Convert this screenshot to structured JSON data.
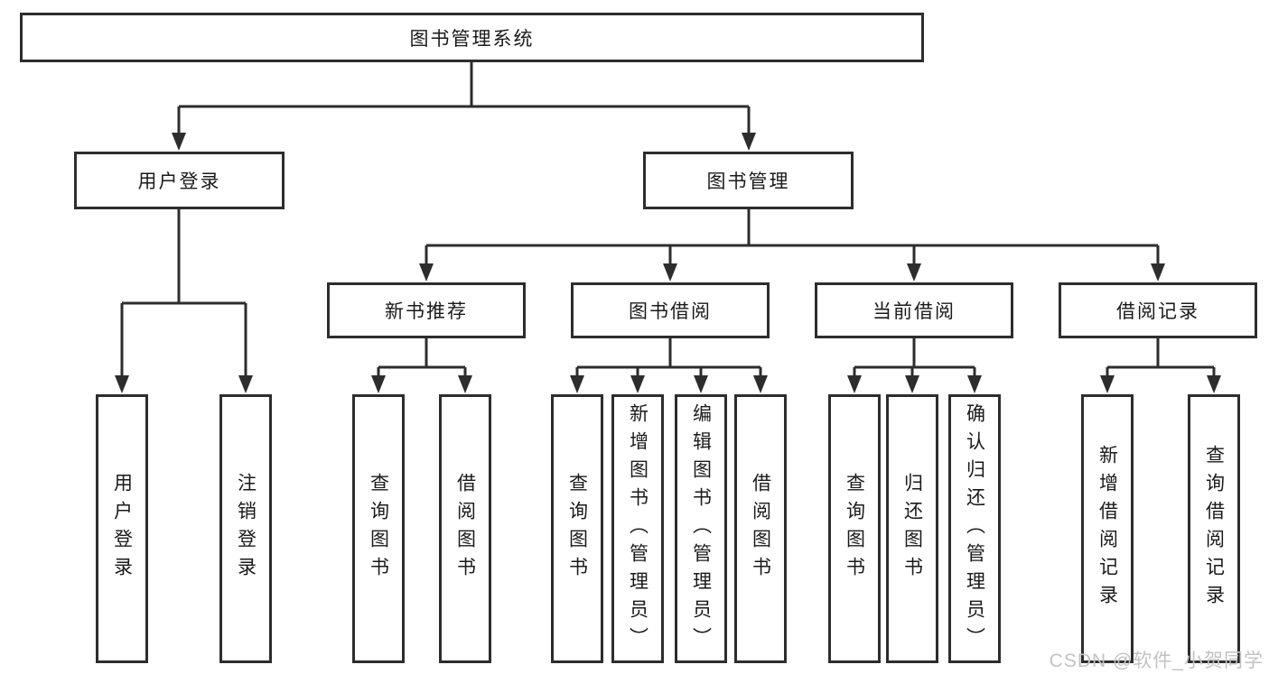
{
  "tree": {
    "root": "图书管理系统",
    "branches": [
      {
        "label": "用户登录",
        "leaves": [
          "用户登录",
          "注销登录"
        ]
      },
      {
        "label": "图书管理",
        "groups": [
          {
            "label": "新书推荐",
            "leaves": [
              "查询图书",
              "借阅图书"
            ]
          },
          {
            "label": "图书借阅",
            "leaves": [
              "查询图书",
              "新增图书（管理员）",
              "编辑图书（管理员）",
              "借阅图书"
            ]
          },
          {
            "label": "当前借阅",
            "leaves": [
              "查询图书",
              "归还图书",
              "确认归还（管理员）"
            ]
          },
          {
            "label": "借阅记录",
            "leaves": [
              "新增借阅记录",
              "查询借阅记录"
            ]
          }
        ]
      }
    ]
  },
  "watermark": {
    "text": "CSDN @软件_小贺同学"
  },
  "colors": {
    "line": "#2d2d2d",
    "text": "#1a1a1a",
    "background": "#ffffff",
    "watermark": "#c2c2c2"
  }
}
